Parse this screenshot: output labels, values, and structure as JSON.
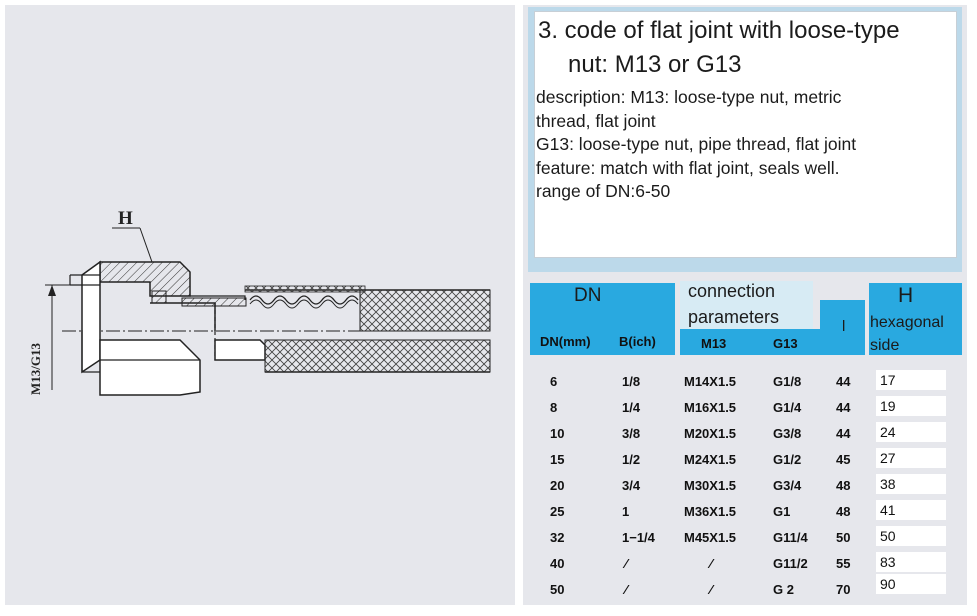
{
  "drawing": {
    "dim_h": "H",
    "dim_thread": "M13/G13"
  },
  "description": {
    "title_line1": "3. code of flat joint with loose-type",
    "title_line2": "nut: M13 or G13",
    "lines": [
      "description: M13: loose-type nut, metric",
      "thread, flat joint",
      "G13: loose-type nut, pipe thread, flat joint",
      "feature: match with flat joint, seals well.",
      "range of DN:6-50"
    ]
  },
  "table": {
    "group_headers": {
      "dn": "DN",
      "connection_line1": "connection",
      "connection_line2": "parameters",
      "l": "l",
      "h": "H",
      "h_sub_line1": "hexagonal",
      "h_sub_line2": "side"
    },
    "columns": [
      "DN(mm)",
      "B(ich)",
      "M13",
      "G13"
    ],
    "rows": [
      {
        "dn": "6",
        "b": "1/8",
        "m13": "M14X1.5",
        "g13": "G1/8",
        "l": "44",
        "h": "17"
      },
      {
        "dn": "8",
        "b": "1/4",
        "m13": "M16X1.5",
        "g13": "G1/4",
        "l": "44",
        "h": "19"
      },
      {
        "dn": "10",
        "b": "3/8",
        "m13": "M20X1.5",
        "g13": "G3/8",
        "l": "44",
        "h": "24"
      },
      {
        "dn": "15",
        "b": "1/2",
        "m13": "M24X1.5",
        "g13": "G1/2",
        "l": "45",
        "h": "27"
      },
      {
        "dn": "20",
        "b": "3/4",
        "m13": "M30X1.5",
        "g13": "G3/4",
        "l": "48",
        "h": "38"
      },
      {
        "dn": "25",
        "b": "1",
        "m13": "M36X1.5",
        "g13": "G1",
        "l": "48",
        "h": "41"
      },
      {
        "dn": "32",
        "b": "1−1/4",
        "m13": "M45X1.5",
        "g13": "G11/4",
        "l": "50",
        "h": "50"
      },
      {
        "dn": "40",
        "b": "⁄",
        "m13": "⁄",
        "g13": "G11/2",
        "l": "55",
        "h": "83"
      },
      {
        "dn": "50",
        "b": "⁄",
        "m13": "⁄",
        "g13": "G 2",
        "l": "70",
        "h": "90"
      }
    ]
  }
}
